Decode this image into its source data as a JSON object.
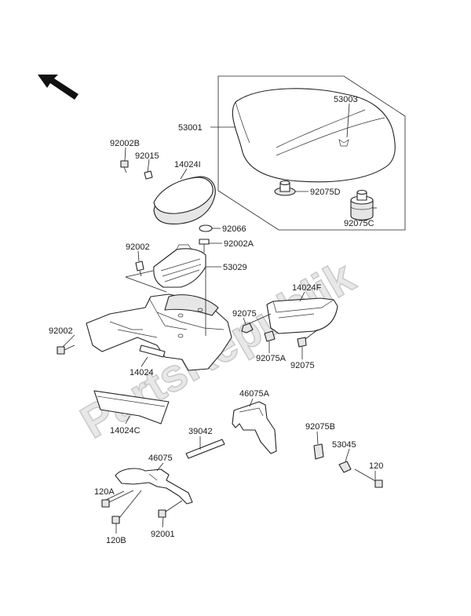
{
  "watermark": "PartsRepublik",
  "labels": {
    "l53003": "53003",
    "l53001": "53001",
    "l92002B": "92002B",
    "l92015": "92015",
    "l14024I": "14024I",
    "l92075D": "92075D",
    "l92075C": "92075C",
    "l92066": "92066",
    "l92002A": "92002A",
    "l92002_top": "92002",
    "l53029": "53029",
    "l14024F": "14024F",
    "l92075_a": "92075",
    "l92002_left": "92002",
    "l92075A": "92075A",
    "l92075_b": "92075",
    "l14024": "14024",
    "l46075A": "46075A",
    "l14024C": "14024C",
    "l39042": "39042",
    "l92075B": "92075B",
    "l53045": "53045",
    "l46075": "46075",
    "l120": "120",
    "l120A": "120A",
    "l92001": "92001",
    "l120B": "120B"
  }
}
